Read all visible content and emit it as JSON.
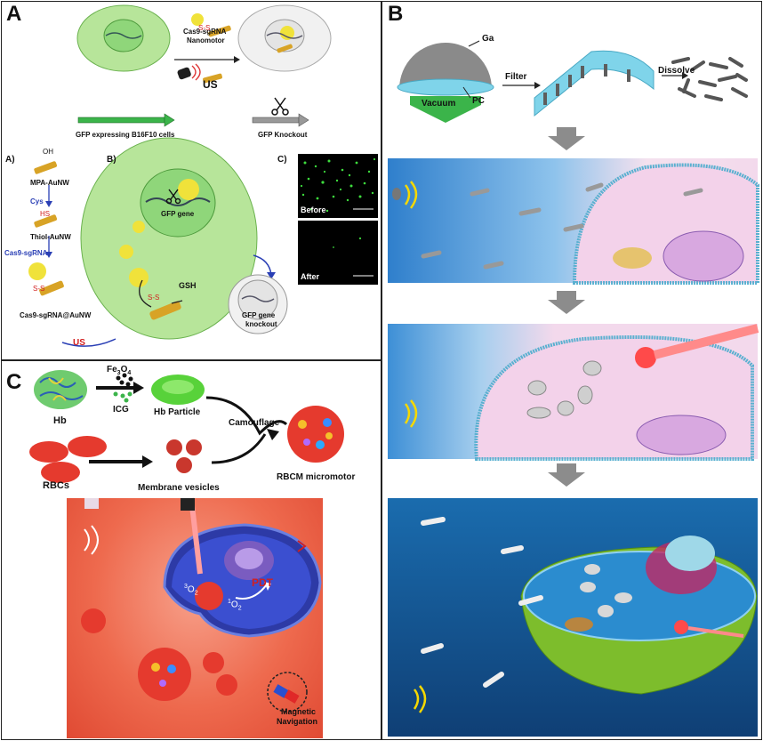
{
  "panels": {
    "A": {
      "label": "A",
      "top": {
        "nanomotor": "Cas9-sgRNA\nNanomotor",
        "nanomotor_l1": "Cas9-sgRNA",
        "nanomotor_l2": "Nanomotor",
        "us": "US",
        "gfp_cells": "GFP expressing B16F10 cells",
        "gfp_knockout": "GFP Knockout",
        "ss": "S-S"
      },
      "sub_a": {
        "label": "A)",
        "oh": "OH",
        "mpa": "MPA-AuNW",
        "cys": "Cys",
        "hs": "HS",
        "thiol": "Thiol-AuNW",
        "cas9": "Cas9-sgRNA",
        "ss": "S-S",
        "cas9_aunw": "Cas9-sgRNA@AuNW",
        "us": "US"
      },
      "sub_b": {
        "label": "B)",
        "gfp_gene": "GFP gene",
        "gsh": "GSH",
        "ss": "S-S",
        "knockout_l1": "GFP gene",
        "knockout_l2": "knockout"
      },
      "sub_c": {
        "label": "C)",
        "before": "Before",
        "after": "After"
      }
    },
    "B": {
      "label": "B",
      "ga": "Ga",
      "pc": "PC",
      "vacuum": "Vacuum",
      "filter": "Filter",
      "dissolve": "Dissolve"
    },
    "C": {
      "label": "C",
      "fe3o4": "Fe3O4",
      "fe_base": "Fe",
      "fe_sub3": "3",
      "fe_o": "O",
      "fe_sub4": "4",
      "icg": "ICG",
      "hb": "Hb",
      "hb_particle": "Hb Particle",
      "camouflage": "Camouflage",
      "rbcs": "RBCs",
      "membrane_vesicles": "Membrane vesicles",
      "rbcm": "RBCM micromotor",
      "pdt": "PDT",
      "o2_3": "3O2",
      "o2_1": "1O2",
      "sup3": "3",
      "sup1": "1",
      "o2": "O",
      "sub2": "2",
      "magnetic_l1": "Magnetic",
      "magnetic_l2": "Navigation"
    }
  },
  "colors": {
    "cell_green": "#b7e59a",
    "nucleus_green": "#8fd67a",
    "gold": "#d8a326",
    "yellow": "#f0e23a",
    "blue_text": "#2a3fb5",
    "red_text": "#d21f1f",
    "sky_top": "#3d8fd6",
    "pink_cell": "#f3d9ec",
    "rbc_red": "#e53a2e",
    "dark_blue_cell": "#2d3aa6"
  }
}
